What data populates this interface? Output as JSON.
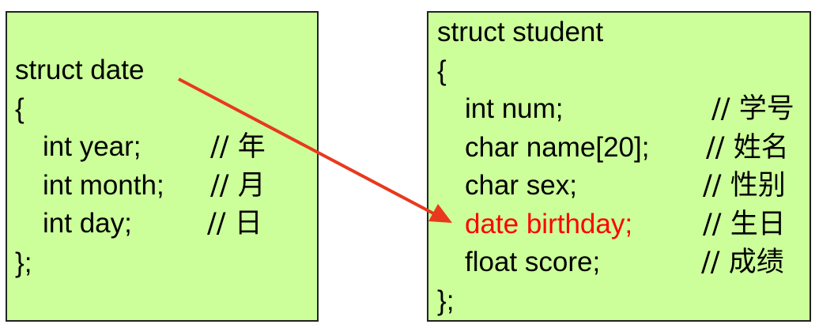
{
  "date_struct": {
    "header": "struct date",
    "open_brace": "{",
    "fields": [
      {
        "code": "int year;",
        "comment": "// 年"
      },
      {
        "code": "int month;",
        "comment": "// 月"
      },
      {
        "code": "int day;",
        "comment": "// 日"
      }
    ],
    "close": "};"
  },
  "student_struct": {
    "header": "struct student",
    "open_brace": "{",
    "fields": [
      {
        "code": "int  num;",
        "comment": "// 学号"
      },
      {
        "code": "char name[20];",
        "comment": "// 姓名"
      },
      {
        "code": "char sex;",
        "comment": "// 性别"
      },
      {
        "code": "date birthday;",
        "comment": "// 生日"
      },
      {
        "code": "float score;",
        "comment": "// 成绩"
      }
    ],
    "close": "};"
  },
  "colors": {
    "box_fill": "#ccff99",
    "highlight": "#ff0000",
    "arrow": "#e8391d"
  }
}
